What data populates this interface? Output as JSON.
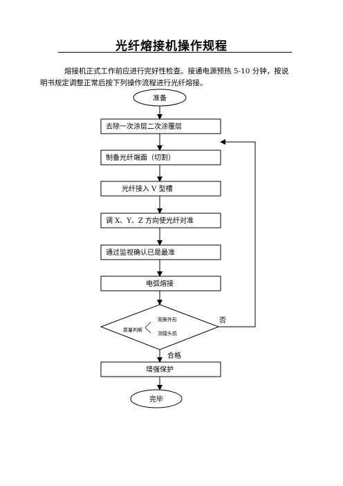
{
  "title": "光纤熔接机操作规程",
  "intro": {
    "line1": "熔接机正式工作前应进行完好性检查。接通电源预热 5-10 分钟，按说",
    "line2": "明书规定调整正常后按下列操作流程进行光纤熔接。"
  },
  "flow": {
    "start": "准备",
    "steps": [
      "去除一次涂层二次涂覆层",
      "制备光纤端面（切割）",
      "光纤接入 V 型槽",
      "调 X、Y、Z 方向使光纤对准",
      "通过监视确认已是最准",
      "电弧熔接"
    ],
    "decision": {
      "label": "质量判断",
      "check1": "观察外形",
      "check2": "测接头损"
    },
    "no_label": "否",
    "yes_label": "合格",
    "protect": "增强保护",
    "end": "完毕"
  }
}
